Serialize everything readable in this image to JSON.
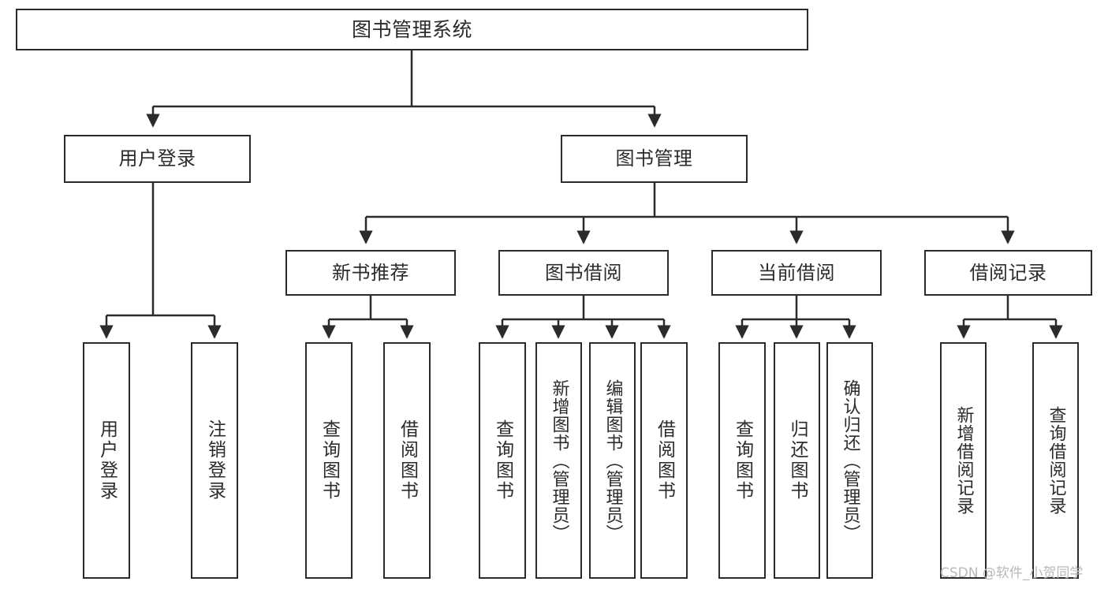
{
  "diagram": {
    "title": "图书管理系统",
    "type": "tree",
    "watermark": "CSDN @软件_小贺同学",
    "colors": {
      "stroke": "#2b2b2b",
      "fill": "#ffffff",
      "text": "#2b2b2b",
      "watermark": "#b9b9b9"
    },
    "nodes": {
      "root": {
        "label": "图书管理系统"
      },
      "level2": [
        {
          "id": "user-login",
          "label": "用户登录"
        },
        {
          "id": "book-management",
          "label": "图书管理"
        }
      ],
      "level3": [
        {
          "id": "new-book-recommend",
          "label": "新书推荐"
        },
        {
          "id": "book-borrow",
          "label": "图书借阅"
        },
        {
          "id": "current-borrow",
          "label": "当前借阅"
        },
        {
          "id": "borrow-record",
          "label": "借阅记录"
        }
      ],
      "leaves": {
        "user_login": [
          {
            "id": "leaf-user-login",
            "label": "用户登录"
          },
          {
            "id": "leaf-logout-login",
            "label": "注销登录"
          }
        ],
        "new_book_recommend": [
          {
            "id": "leaf-query-book-1",
            "label": "查询图书"
          },
          {
            "id": "leaf-borrow-book-1",
            "label": "借阅图书"
          }
        ],
        "book_borrow": [
          {
            "id": "leaf-query-book-2",
            "label": "查询图书"
          },
          {
            "id": "leaf-add-book",
            "label": "新增图书（管理员）"
          },
          {
            "id": "leaf-edit-book",
            "label": "编辑图书（管理员）"
          },
          {
            "id": "leaf-borrow-book-2",
            "label": "借阅图书"
          }
        ],
        "current_borrow": [
          {
            "id": "leaf-query-book-3",
            "label": "查询图书"
          },
          {
            "id": "leaf-return-book",
            "label": "归还图书"
          },
          {
            "id": "leaf-confirm-return",
            "label": "确认归还（管理员）"
          }
        ],
        "borrow_record": [
          {
            "id": "leaf-add-record",
            "label": "新增借阅记录"
          },
          {
            "id": "leaf-query-record",
            "label": "查询借阅记录"
          }
        ]
      }
    }
  }
}
